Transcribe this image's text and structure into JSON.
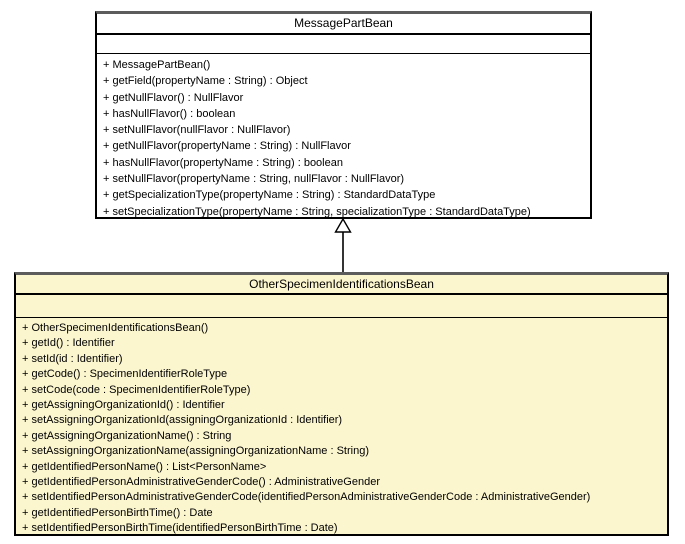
{
  "diagram": {
    "type": "uml-class-diagram",
    "relationship": {
      "kind": "generalization",
      "from": "OtherSpecimenIdentificationsBean",
      "to": "MessagePartBean"
    },
    "colors": {
      "superclass_fill": "#ffffff",
      "subclass_fill": "#fcf6cf",
      "border": "#000000",
      "border_top": "#5c5c5c"
    }
  },
  "classes": [
    {
      "name": "MessagePartBean",
      "attributes": [],
      "methods": [
        "+ MessagePartBean()",
        "+ getField(propertyName : String) : Object",
        "+ getNullFlavor() : NullFlavor",
        "+ hasNullFlavor() : boolean",
        "+ setNullFlavor(nullFlavor : NullFlavor)",
        "+ getNullFlavor(propertyName : String) : NullFlavor",
        "+ hasNullFlavor(propertyName : String) : boolean",
        "+ setNullFlavor(propertyName : String, nullFlavor : NullFlavor)",
        "+ getSpecializationType(propertyName : String) : StandardDataType",
        "+ setSpecializationType(propertyName : String, specializationType : StandardDataType)"
      ]
    },
    {
      "name": "OtherSpecimenIdentificationsBean",
      "attributes": [],
      "methods": [
        "+ OtherSpecimenIdentificationsBean()",
        "+ getId() : Identifier",
        "+ setId(id : Identifier)",
        "+ getCode() : SpecimenIdentifierRoleType",
        "+ setCode(code : SpecimenIdentifierRoleType)",
        "+ getAssigningOrganizationId() : Identifier",
        "+ setAssigningOrganizationId(assigningOrganizationId : Identifier)",
        "+ getAssigningOrganizationName() : String",
        "+ setAssigningOrganizationName(assigningOrganizationName : String)",
        "+ getIdentifiedPersonName() : List<PersonName>",
        "+ getIdentifiedPersonAdministrativeGenderCode() : AdministrativeGender",
        "+ setIdentifiedPersonAdministrativeGenderCode(identifiedPersonAdministrativeGenderCode : AdministrativeGender)",
        "+ getIdentifiedPersonBirthTime() : Date",
        "+ setIdentifiedPersonBirthTime(identifiedPersonBirthTime : Date)"
      ]
    }
  ]
}
